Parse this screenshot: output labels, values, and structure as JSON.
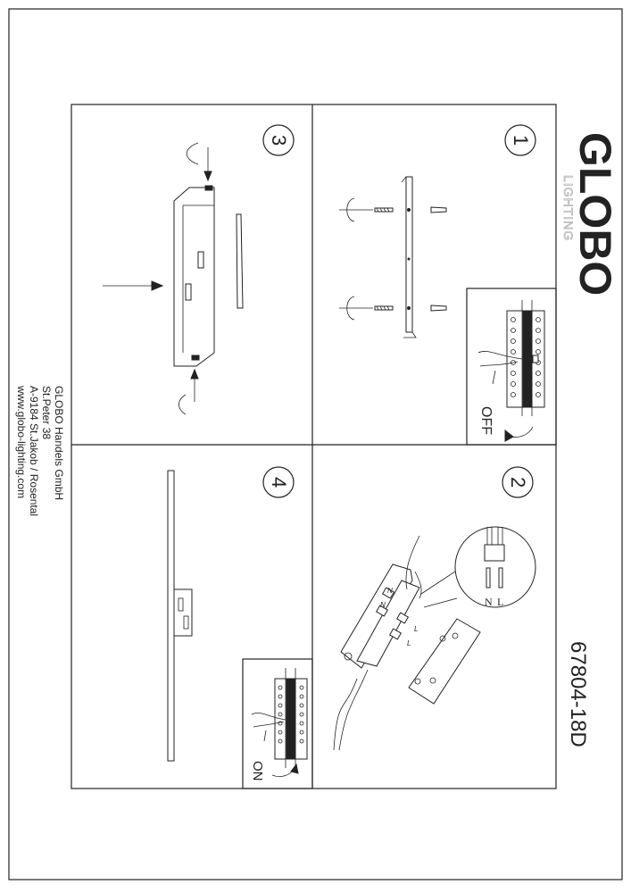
{
  "brand": {
    "name": "GLOBO",
    "tagline": "LIGHTING"
  },
  "model_number": "67804-18D",
  "steps": [
    {
      "number": "1",
      "switch_label": "OFF"
    },
    {
      "number": "2",
      "terminal_labels": [
        "N",
        "L"
      ],
      "wire_labels": [
        "N",
        "N",
        "L",
        "L"
      ]
    },
    {
      "number": "3"
    },
    {
      "number": "4",
      "switch_label": "ON"
    }
  ],
  "company": {
    "name": "GLOBO Handels GmbH",
    "street": "St.Peter 38",
    "city": "A-9184 St.Jakob / Rosental",
    "website": "www.globo-lighting.com"
  },
  "colors": {
    "ink": "#222222",
    "logo_tagline": "#aaaaaa",
    "paper": "#ffffff"
  }
}
